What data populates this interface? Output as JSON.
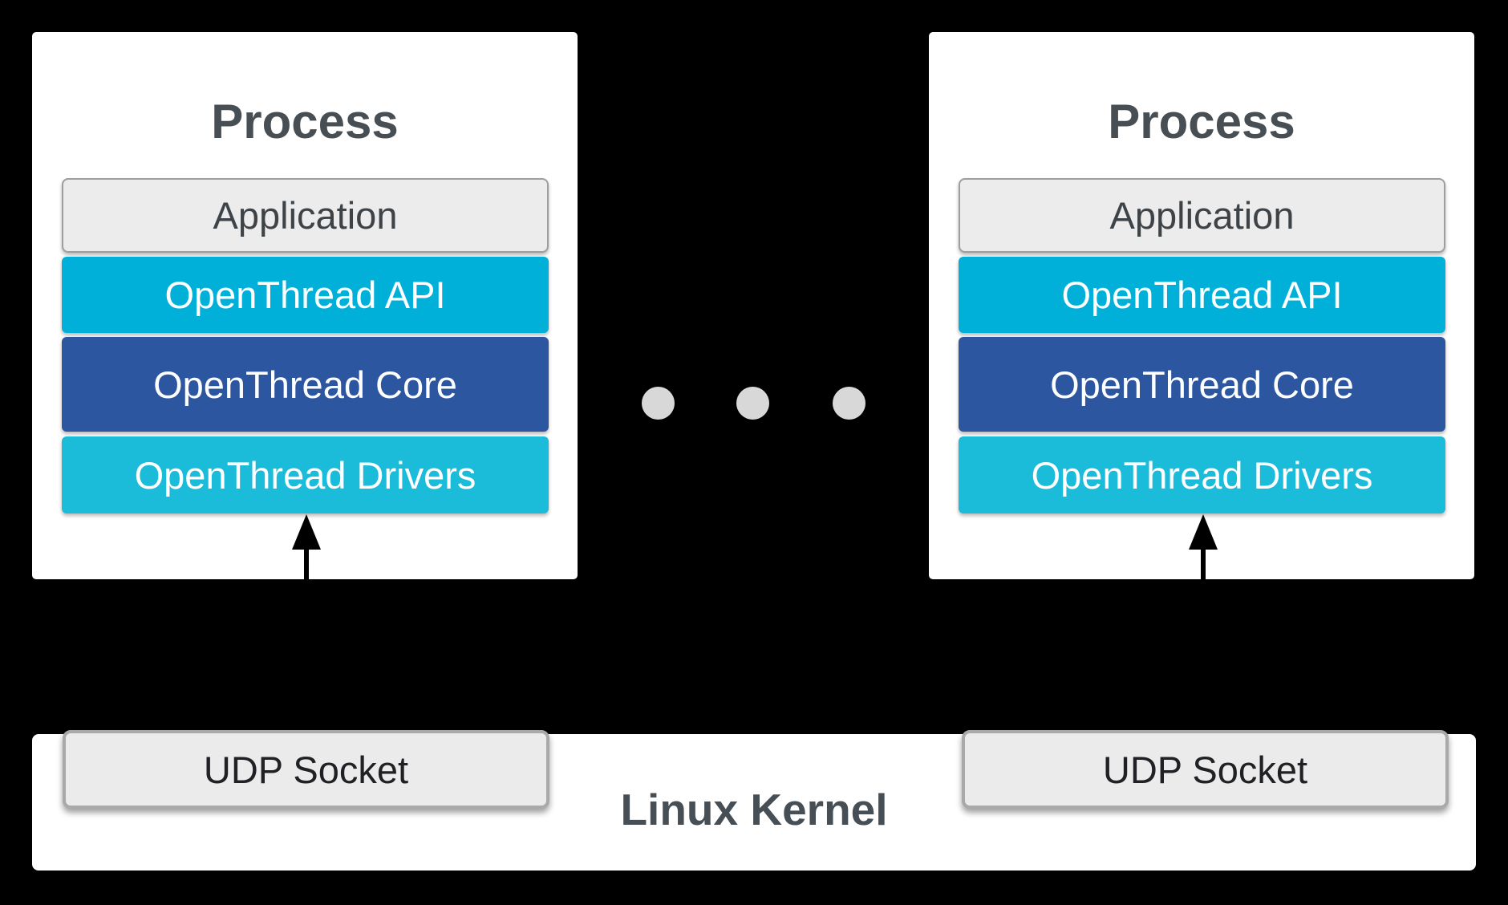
{
  "background_color": "#000000",
  "processes": [
    {
      "title": "Process",
      "layers": [
        {
          "label": "Application"
        },
        {
          "label": "OpenThread API"
        },
        {
          "label": "OpenThread Core"
        },
        {
          "label": "OpenThread Drivers"
        }
      ]
    },
    {
      "title": "Process",
      "layers": [
        {
          "label": "Application"
        },
        {
          "label": "OpenThread API"
        },
        {
          "label": "OpenThread Core"
        },
        {
          "label": "OpenThread Drivers"
        }
      ]
    }
  ],
  "ellipsis": {
    "dot_count": 3,
    "dot_color": "#d8d8d8"
  },
  "kernel": {
    "label": "Linux Kernel",
    "sockets": [
      {
        "label": "UDP Socket"
      },
      {
        "label": "UDP Socket"
      }
    ]
  },
  "colors": {
    "process_background": "#ffffff",
    "application_fill": "#ececec",
    "application_border": "#9e9e9e",
    "api_fill": "#00b0d9",
    "core_fill": "#2d56a1",
    "drivers_fill": "#1abcd9",
    "udp_fill": "#ebebeb",
    "udp_border": "#a9a9a9",
    "title_text": "#474f55",
    "arrow": "#000000"
  }
}
